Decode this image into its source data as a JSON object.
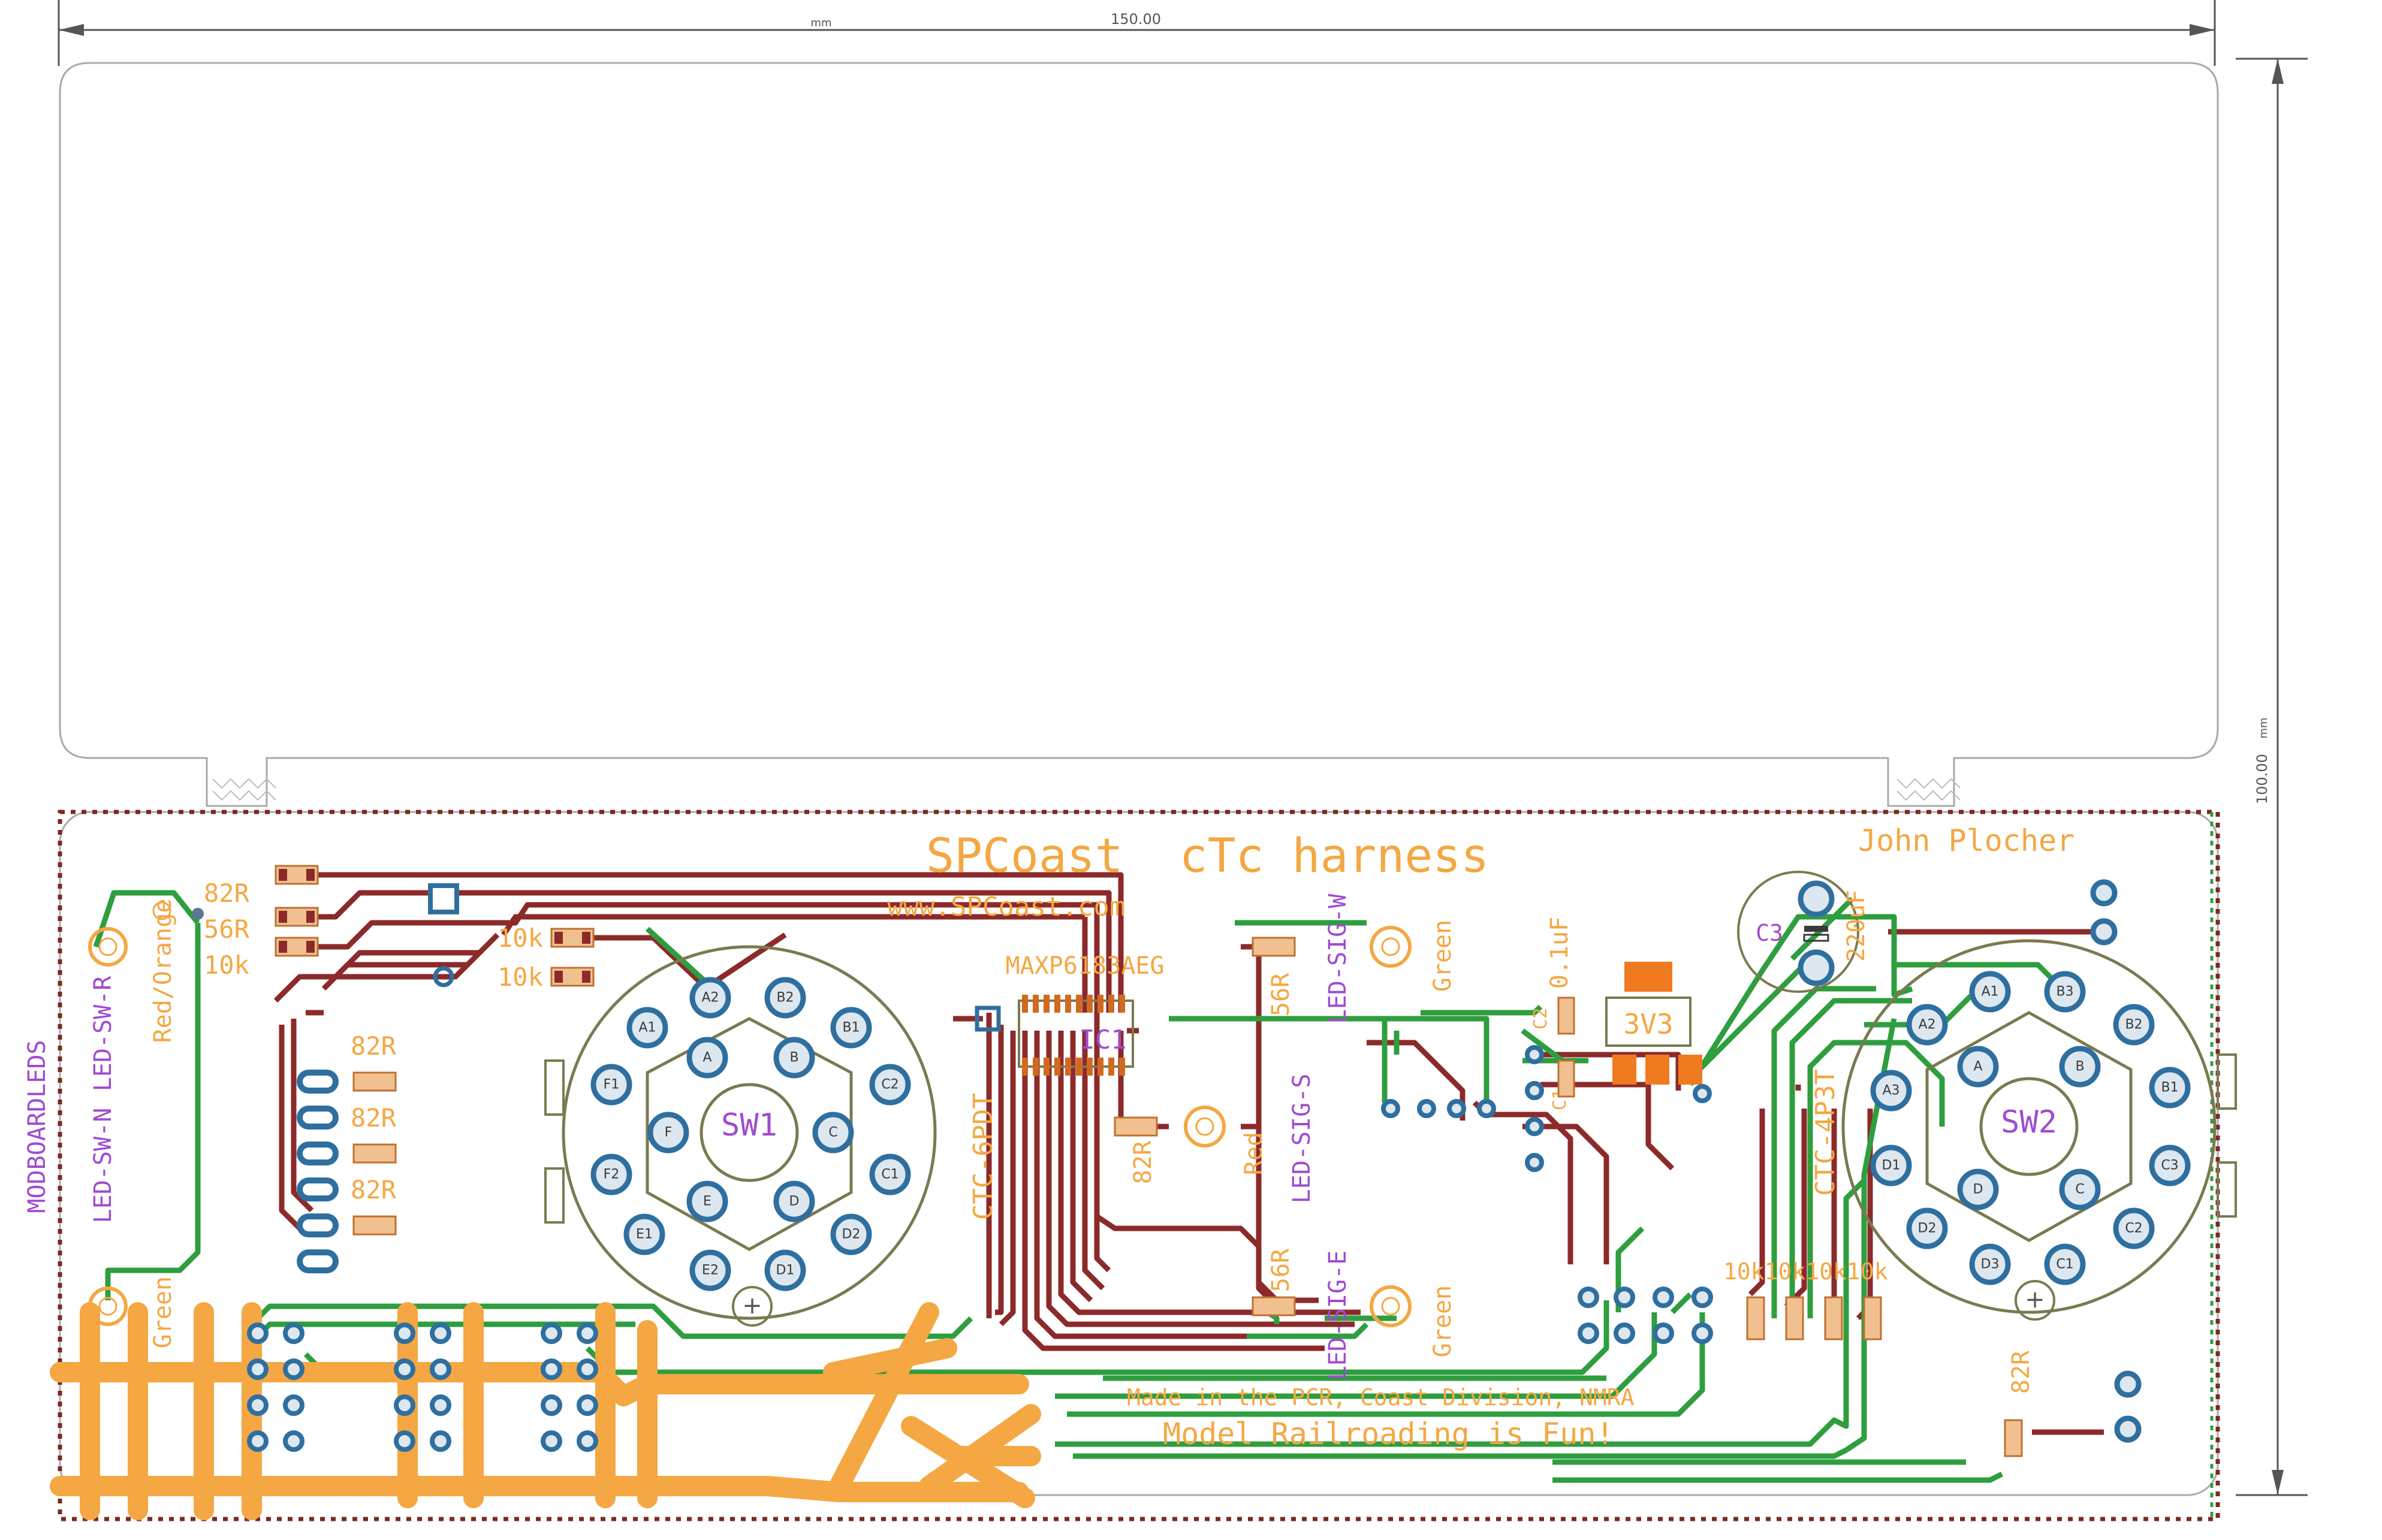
{
  "dimensions": {
    "width_label": "150.00",
    "height_label": "100.00",
    "unit_label": "mm"
  },
  "title": {
    "line1": "SPCoast  cTc harness",
    "url": "www.SPCoast.com",
    "author": "John Plocher"
  },
  "footer": {
    "line1": "Made in the PCR, Coast Division, NMRA",
    "line2": "Model Railroading is Fun!"
  },
  "left_labels": {
    "board": "MODBOARDLEDS",
    "led_sw_n": "LED-SW-N",
    "led_sw_r": "LED-SW-R",
    "red_orange": "Red/Orange",
    "green_bottom": "Green"
  },
  "resistors_left": {
    "r82": "82R",
    "r56": "56R",
    "r10": "10k"
  },
  "resistors_mid": {
    "top": "10k",
    "bottom": "10k"
  },
  "resistors_stack": [
    "82R",
    "82R",
    "82R"
  ],
  "sw1": {
    "ref": "SW1",
    "type_label": "CTC-6PDT",
    "pads": [
      "B1",
      "B2",
      "A1",
      "A2",
      "F1",
      "F2",
      "E1",
      "E2",
      "D1",
      "D2",
      "C1",
      "C2",
      "A",
      "B",
      "C",
      "D",
      "E",
      "F"
    ]
  },
  "sw2": {
    "ref": "SW2",
    "type_label": "CTC-4P3T",
    "pads": [
      "A1",
      "B3",
      "B2",
      "B1",
      "C3",
      "C2",
      "C1",
      "D3",
      "D2",
      "D1",
      "A3",
      "A2",
      "A",
      "B",
      "C",
      "D"
    ]
  },
  "ic": {
    "ref": "IC1",
    "part": "MAXP6183AEG"
  },
  "center": {
    "r82": "82R",
    "r56_top": "56R",
    "r56_bot": "56R",
    "red": "Red",
    "led_sig_w": "LED-SIG-W",
    "led_sig_s": "LED-SIG-S",
    "led_sig_e": "LED-SIG-E",
    "green_top": "Green",
    "green_bot": "Green"
  },
  "regulator": {
    "label": "3V3",
    "cap": "0.1uF",
    "c2": "C2",
    "c1": "C1"
  },
  "c3": {
    "ref": "C3",
    "value": "220uF"
  },
  "right_resistors": {
    "row": "10k10k10k10k",
    "r82": "82R"
  },
  "colors": {
    "copper_top": "#8c2a2a",
    "copper_bottom": "#2e9e3e",
    "silkscreen": "#f4a742",
    "names": "#a04bd0",
    "pad_ring": "#2f6fa0"
  }
}
